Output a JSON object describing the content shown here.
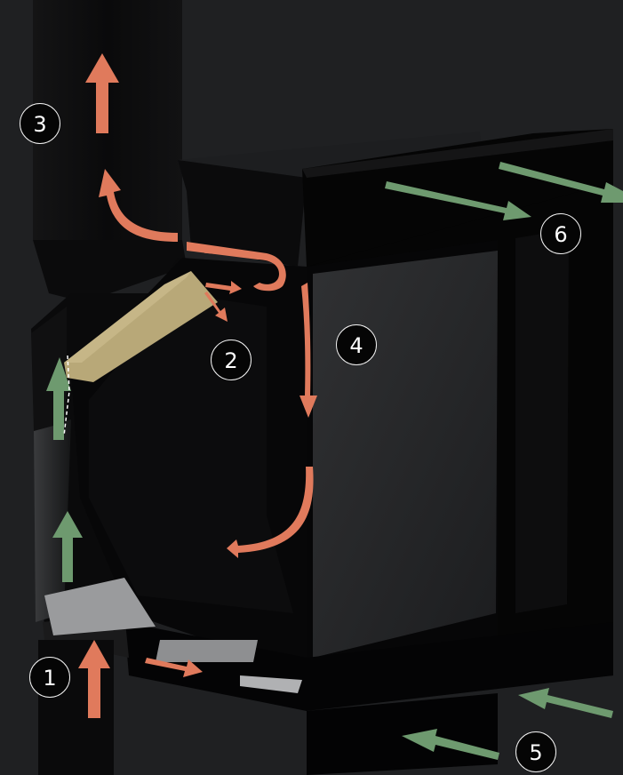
{
  "callouts": [
    "1",
    "2",
    "3",
    "4",
    "5",
    "6"
  ],
  "colors": {
    "background": "#1f2022",
    "stove_body": "#070708",
    "hot_flow_arrow": "#e07a5c",
    "cold_air_arrow": "#6e9a6f",
    "insulation": "#b8a878",
    "glass": "#2b2c2e",
    "callout_fill": "#050505",
    "callout_border": "#f2f2f2"
  }
}
